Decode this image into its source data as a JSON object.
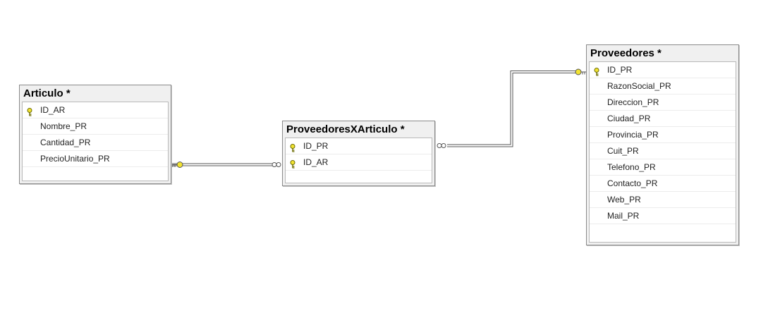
{
  "tables": {
    "articulo": {
      "title": "Articulo *",
      "columns": [
        {
          "name": "ID_AR",
          "primary_key": true
        },
        {
          "name": "Nombre_PR",
          "primary_key": false
        },
        {
          "name": "Cantidad_PR",
          "primary_key": false
        },
        {
          "name": "PrecioUnitario_PR",
          "primary_key": false
        }
      ]
    },
    "proveedoresxarticulo": {
      "title": "ProveedoresXArticulo *",
      "columns": [
        {
          "name": "ID_PR",
          "primary_key": true
        },
        {
          "name": "ID_AR",
          "primary_key": true
        }
      ]
    },
    "proveedores": {
      "title": "Proveedores *",
      "columns": [
        {
          "name": "ID_PR",
          "primary_key": true
        },
        {
          "name": "RazonSocial_PR",
          "primary_key": false
        },
        {
          "name": "Direccion_PR",
          "primary_key": false
        },
        {
          "name": "Ciudad_PR",
          "primary_key": false
        },
        {
          "name": "Provincia_PR",
          "primary_key": false
        },
        {
          "name": "Cuit_PR",
          "primary_key": false
        },
        {
          "name": "Telefono_PR",
          "primary_key": false
        },
        {
          "name": "Contacto_PR",
          "primary_key": false
        },
        {
          "name": "Web_PR",
          "primary_key": false
        },
        {
          "name": "Mail_PR",
          "primary_key": false
        }
      ]
    }
  },
  "relationships": [
    {
      "from": "articulo",
      "to": "proveedoresxarticulo",
      "from_end": "one-key",
      "to_end": "many-infinity"
    },
    {
      "from": "proveedores",
      "to": "proveedoresxarticulo",
      "from_end": "one-key",
      "to_end": "many-infinity"
    }
  ],
  "colors": {
    "key_icon": "#f2e332",
    "table_border": "#8a8a8a",
    "table_header_bg": "#f0f0f0",
    "line": "#555555"
  }
}
